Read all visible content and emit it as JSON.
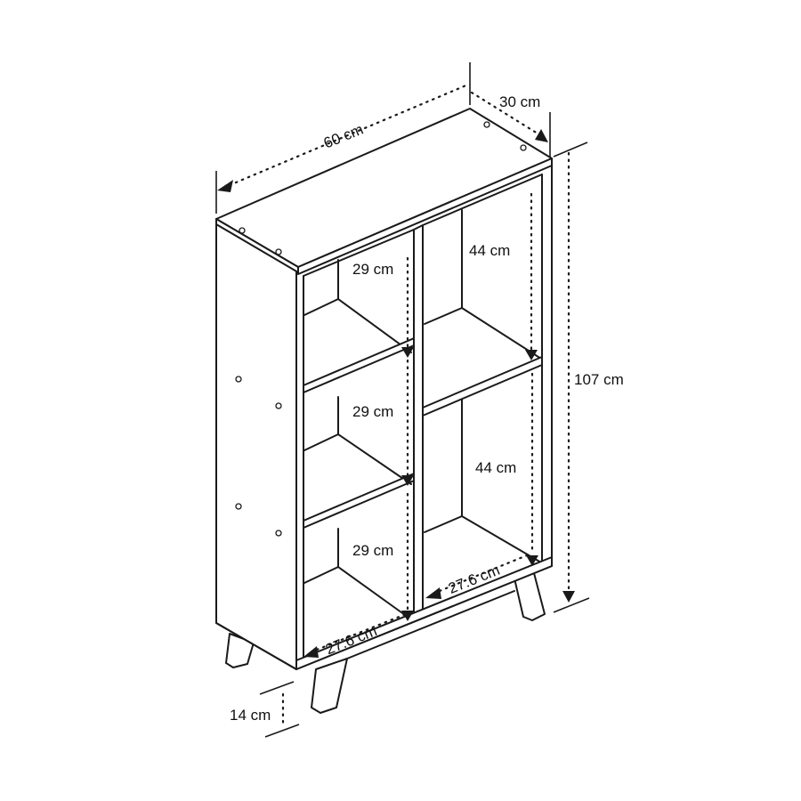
{
  "diagram": {
    "subject": "Bookshelf with 5 open compartments and angled legs",
    "dimensions": {
      "width": "60 cm",
      "depth": "30 cm",
      "height": "107 cm",
      "leg_height": "14 cm",
      "left_column": {
        "top_compartment_height": "29 cm",
        "middle_compartment_height": "29 cm",
        "bottom_compartment_height": "29 cm",
        "compartment_width": "27.6 cm"
      },
      "right_column": {
        "top_compartment_height": "44 cm",
        "bottom_compartment_height": "44 cm",
        "compartment_width": "27.6 cm"
      }
    },
    "colors": {
      "line": "#1a1a1a",
      "background": "#ffffff"
    }
  }
}
